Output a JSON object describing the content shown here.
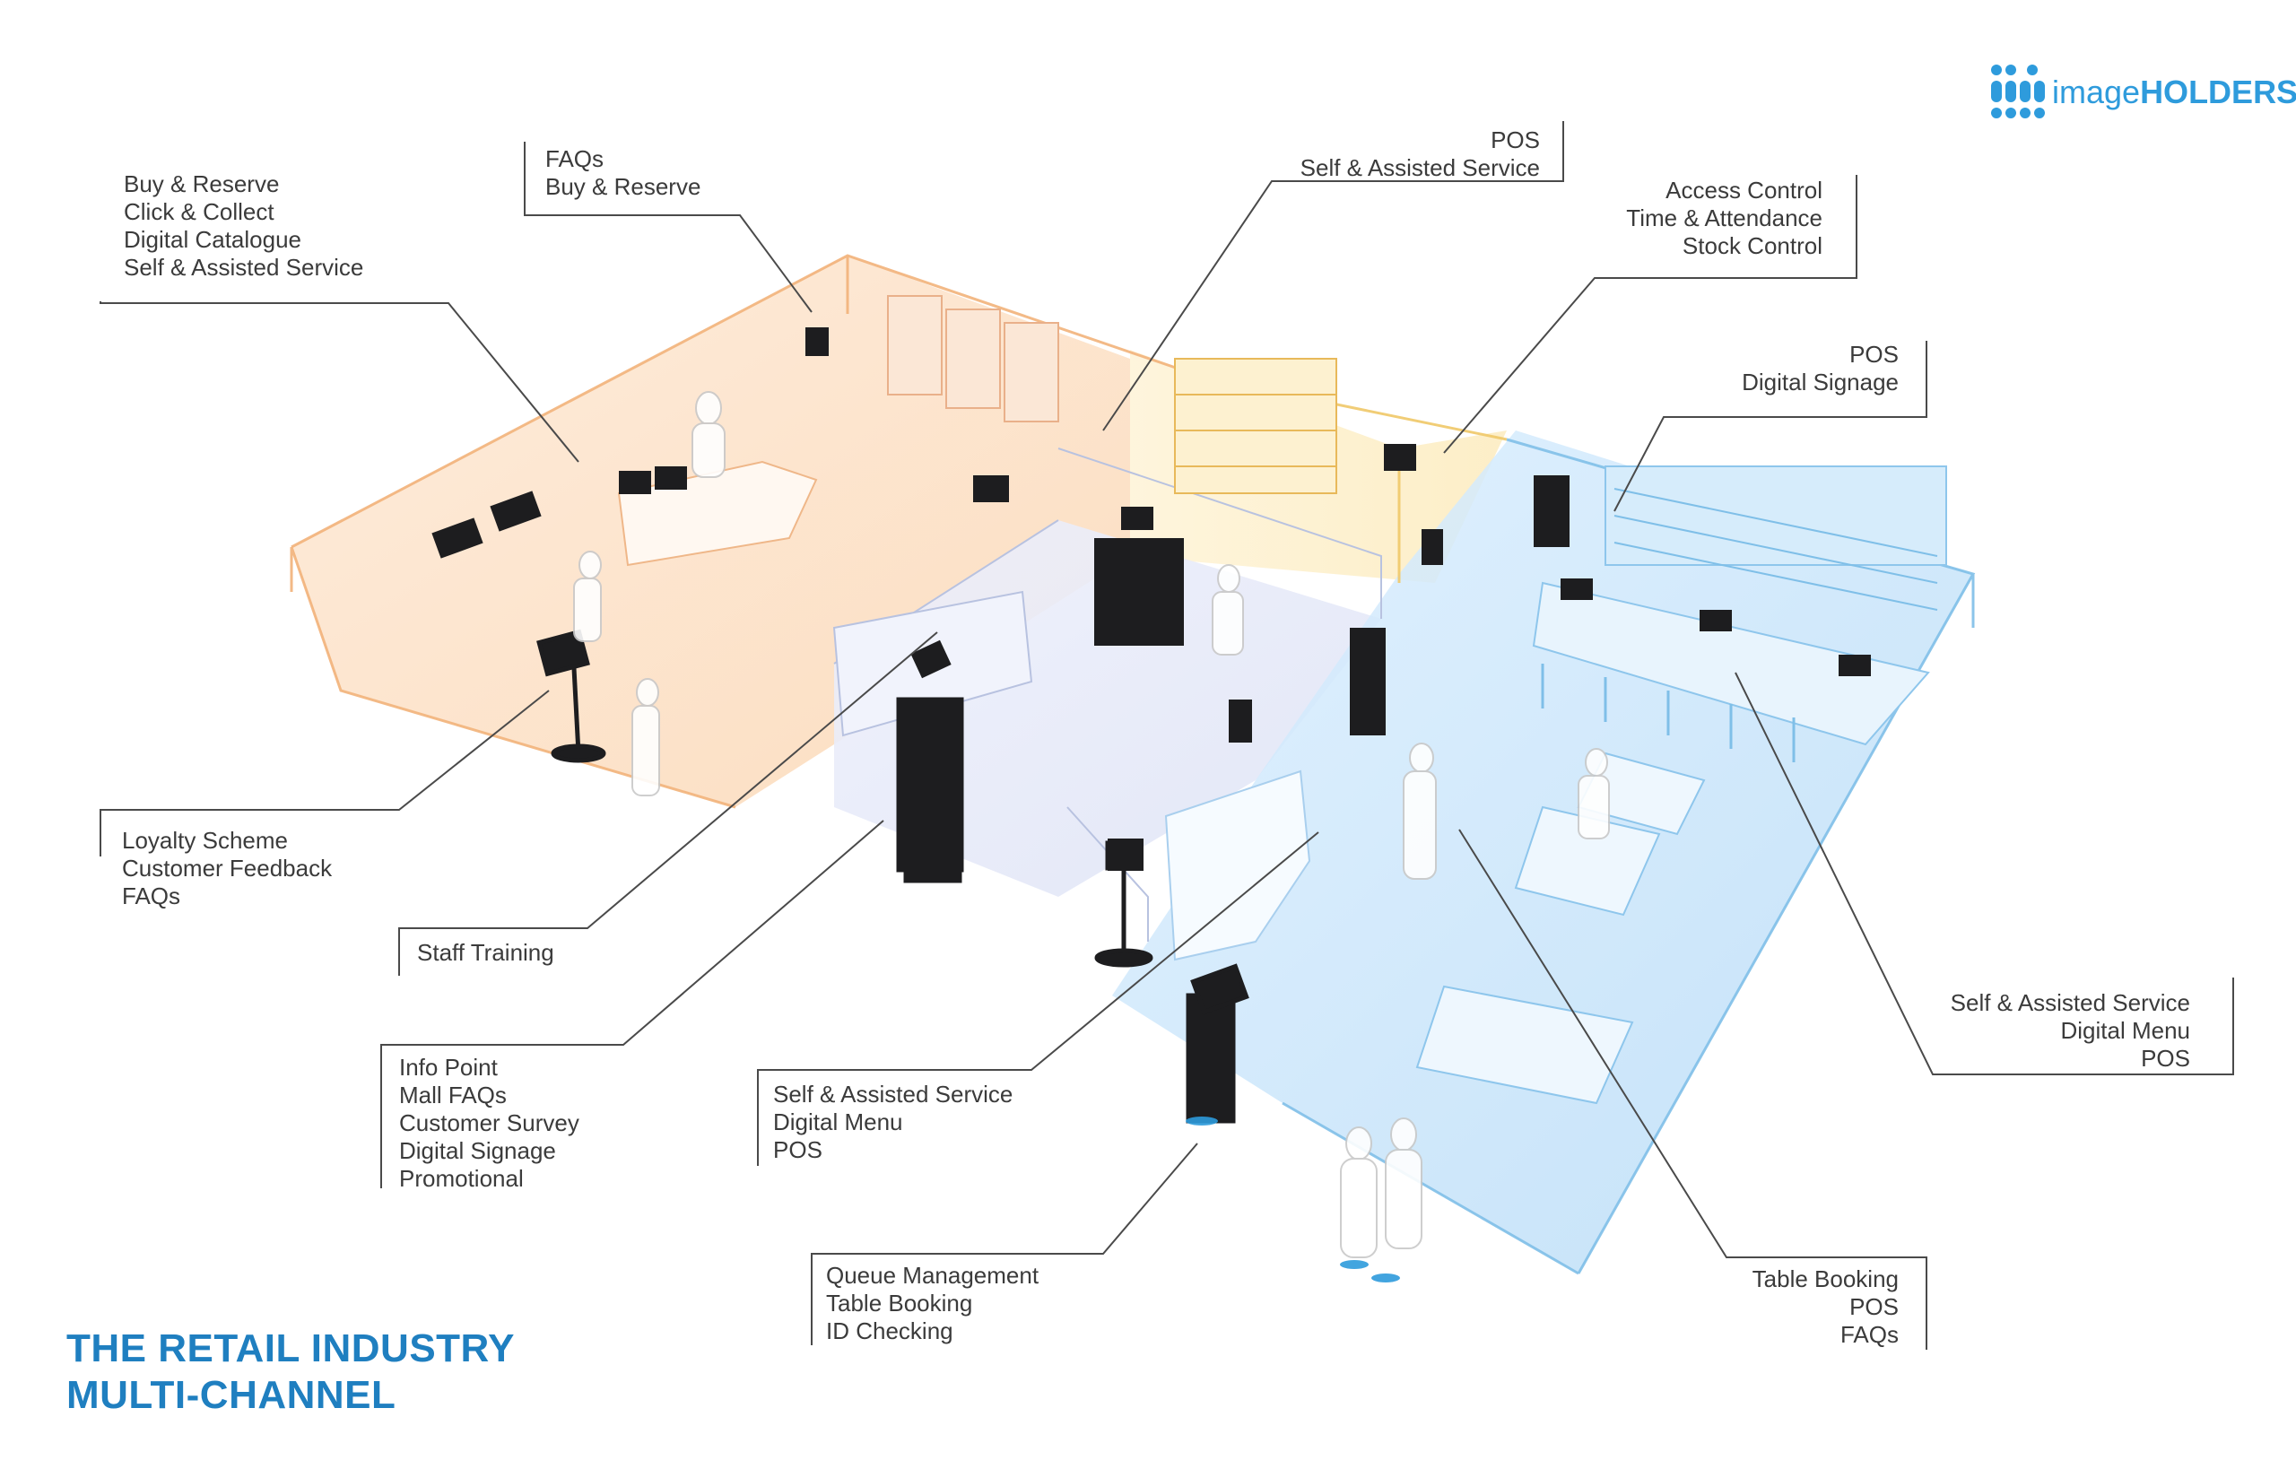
{
  "brand": {
    "logo_text_light": "image",
    "logo_text_bold": "HOLDERS",
    "color": "#2e9bdc"
  },
  "title": {
    "line1": "THE RETAIL INDUSTRY",
    "line2": "MULTI-CHANNEL",
    "color": "#1f7fc0"
  },
  "zones": {
    "retail_color": "#f6a25b",
    "service_color": "#f2c44e",
    "restaurant_color": "#6fb8ea"
  },
  "callouts": {
    "buy_reserve": [
      "Buy & Reserve",
      "Click & Collect",
      "Digital Catalogue",
      "Self & Assisted Service"
    ],
    "faqs_buy": [
      "FAQs",
      "Buy & Reserve"
    ],
    "pos_self": [
      "POS",
      "Self & Assisted Service"
    ],
    "access": [
      "Access Control",
      "Time & Attendance",
      "Stock Control"
    ],
    "pos_signage": [
      "POS",
      "Digital Signage"
    ],
    "loyalty": [
      "Loyalty Scheme",
      "Customer Feedback",
      "FAQs"
    ],
    "staff": [
      "Staff Training"
    ],
    "info_point": [
      "Info Point",
      "Mall FAQs",
      "Customer Survey",
      "Digital Signage",
      "Promotional"
    ],
    "self_menu_left": [
      "Self & Assisted Service",
      "Digital Menu",
      "POS"
    ],
    "self_menu_right": [
      "Self & Assisted Service",
      "Digital Menu",
      "POS"
    ],
    "queue": [
      "Queue Management",
      "Table Booking",
      "ID Checking"
    ],
    "table_booking": [
      "Table Booking",
      "POS",
      "FAQs"
    ]
  }
}
